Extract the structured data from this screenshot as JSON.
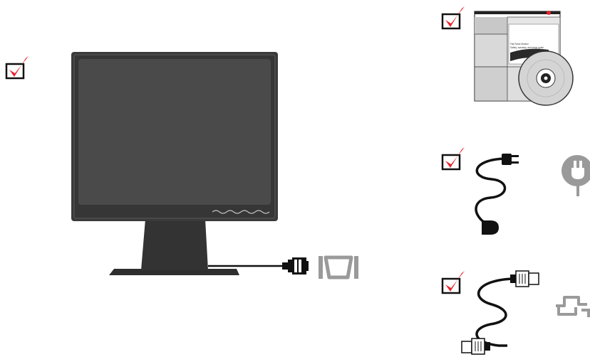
{
  "colors": {
    "check_mark": "#e8242d",
    "checkbox_border": "#111111",
    "monitor_bezel": "#3a3a3a",
    "monitor_screen": "#4a4a4a",
    "cable": "#111111",
    "port_icon": "#9a9a9a",
    "panel_light": "#d9d9d9",
    "panel_mid": "#c8c8c8",
    "disc": "#d4d4d4"
  },
  "items": [
    {
      "name": "monitor",
      "checked": true,
      "icon": "flat-panel-monitor-with-vga-cable-icon"
    },
    {
      "name": "documentation-and-cd",
      "checked": true,
      "icon": "manual-and-cd-disc-icon"
    },
    {
      "name": "power-cord",
      "checked": true,
      "icon": "power-cord-icon",
      "port_icon": "power-plug-symbol-icon"
    },
    {
      "name": "vga-signal-cable",
      "checked": true,
      "icon": "vga-cable-icon",
      "port_icon": "signal-connector-symbol-icon"
    }
  ],
  "manual": {
    "text_lines": [
      "Flat Panel Monitor",
      "Safety, warranty, and setup guide"
    ]
  },
  "monitor": {
    "port_icon": "vga-port-symbol-icon"
  }
}
